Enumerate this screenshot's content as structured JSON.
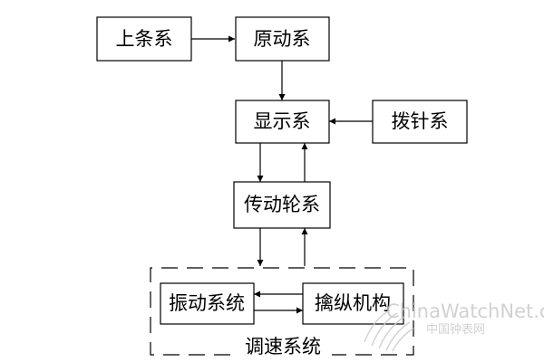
{
  "nodes": {
    "shangtiao": "上条系",
    "yuandong": "原动系",
    "xianshi": "显示系",
    "bozhen": "拨针系",
    "chuandong": "传动轮系",
    "zhendong": "振动系统",
    "qinzong": "擒纵机构"
  },
  "group": {
    "label": "调速系统"
  },
  "watermark": {
    "site": "ChinaWatchNet.com",
    "cn": "中国钟表网"
  }
}
